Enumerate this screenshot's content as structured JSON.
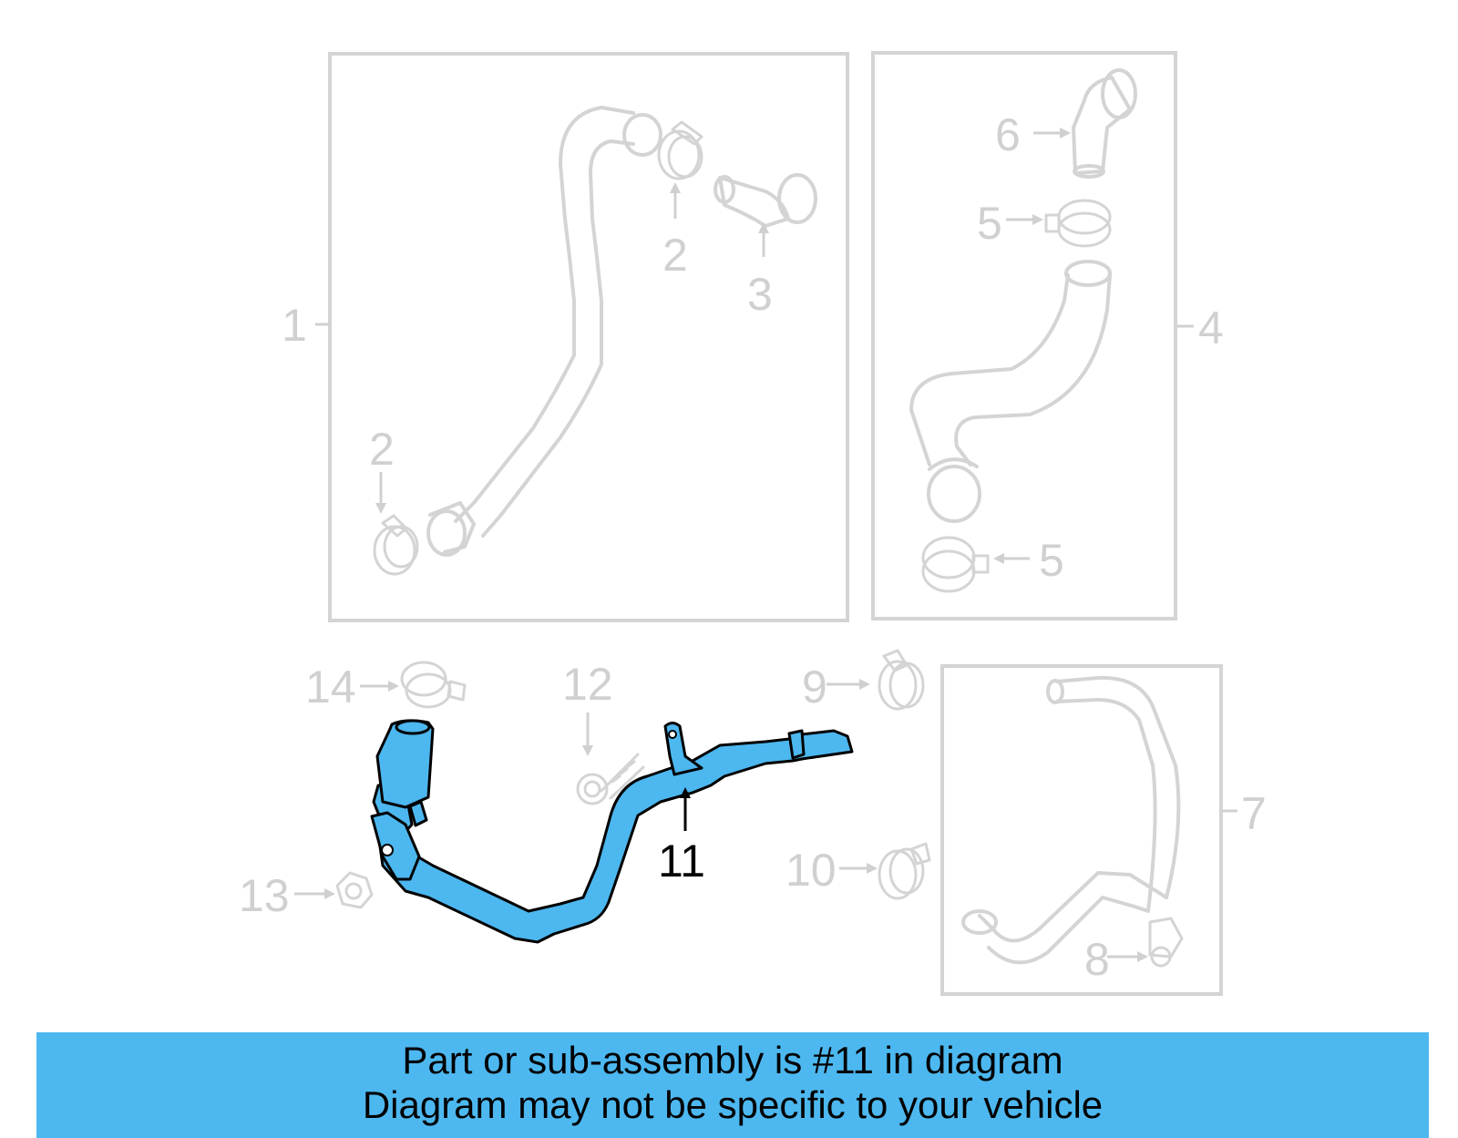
{
  "diagram": {
    "callouts": {
      "c1": "1",
      "c2a": "2",
      "c2b": "2",
      "c3": "3",
      "c4": "4",
      "c5a": "5",
      "c5b": "5",
      "c6": "6",
      "c7": "7",
      "c8": "8",
      "c9": "9",
      "c10": "10",
      "c11": "11",
      "c12": "12",
      "c13": "13",
      "c14": "14"
    },
    "highlight_color": "#4db7ef"
  },
  "banner": {
    "line1": "Part or sub-assembly is #11 in diagram",
    "line2": "Diagram may not be specific to your vehicle",
    "background": "#4db8f0"
  }
}
